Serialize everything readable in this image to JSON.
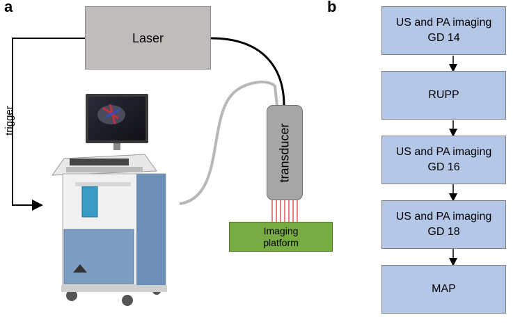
{
  "panel_a": {
    "label": "a",
    "laser": "Laser",
    "trigger": "trigger",
    "transducer": "transducer",
    "platform_line1": "Imaging",
    "platform_line2": "platform"
  },
  "panel_b": {
    "label": "b",
    "steps": [
      {
        "line1": "US and PA imaging",
        "line2": "GD 14"
      },
      {
        "line1": "RUPP",
        "line2": ""
      },
      {
        "line1": "US and PA imaging",
        "line2": "GD 16"
      },
      {
        "line1": "US and PA imaging",
        "line2": "GD 18"
      },
      {
        "line1": "MAP",
        "line2": ""
      }
    ]
  },
  "colors": {
    "laser_fill": "#c1bcbc",
    "transducer_fill": "#a6a6a6",
    "platform_fill": "#77ac42",
    "flow_box_fill": "#b4c7e7",
    "laser_beams": "#e0282e"
  }
}
